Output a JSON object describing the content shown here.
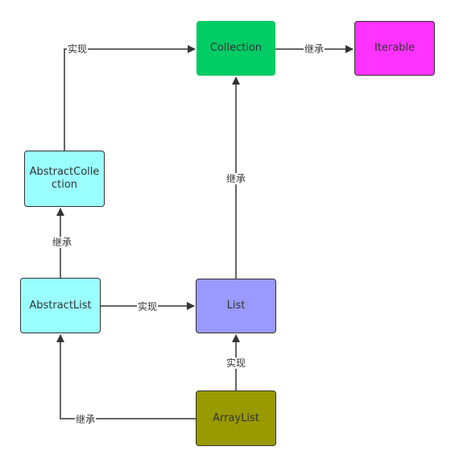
{
  "nodes": {
    "collection": {
      "label": "Collection",
      "fill": "#00cc66"
    },
    "iterable": {
      "label": "Iterable",
      "fill": "#ff33ff"
    },
    "abstract_collection": {
      "label": "AbstractCollection",
      "fill": "#99ffff"
    },
    "abstract_list": {
      "label": "AbstractList",
      "fill": "#99ffff"
    },
    "list": {
      "label": "List",
      "fill": "#9999ff"
    },
    "array_list": {
      "label": "ArrayList",
      "fill": "#999900"
    }
  },
  "edges": [
    {
      "from": "abstract_collection",
      "to": "collection",
      "label": "实现"
    },
    {
      "from": "collection",
      "to": "iterable",
      "label": "继承"
    },
    {
      "from": "list",
      "to": "collection",
      "label": "继承"
    },
    {
      "from": "abstract_list",
      "to": "abstract_collection",
      "label": "继承"
    },
    {
      "from": "abstract_list",
      "to": "list",
      "label": "实现"
    },
    {
      "from": "array_list",
      "to": "list",
      "label": "实现"
    },
    {
      "from": "array_list",
      "to": "abstract_list",
      "label": "继承"
    }
  ],
  "colors": {
    "line": "#333333",
    "text": "#333333",
    "background": "#ffffff"
  }
}
